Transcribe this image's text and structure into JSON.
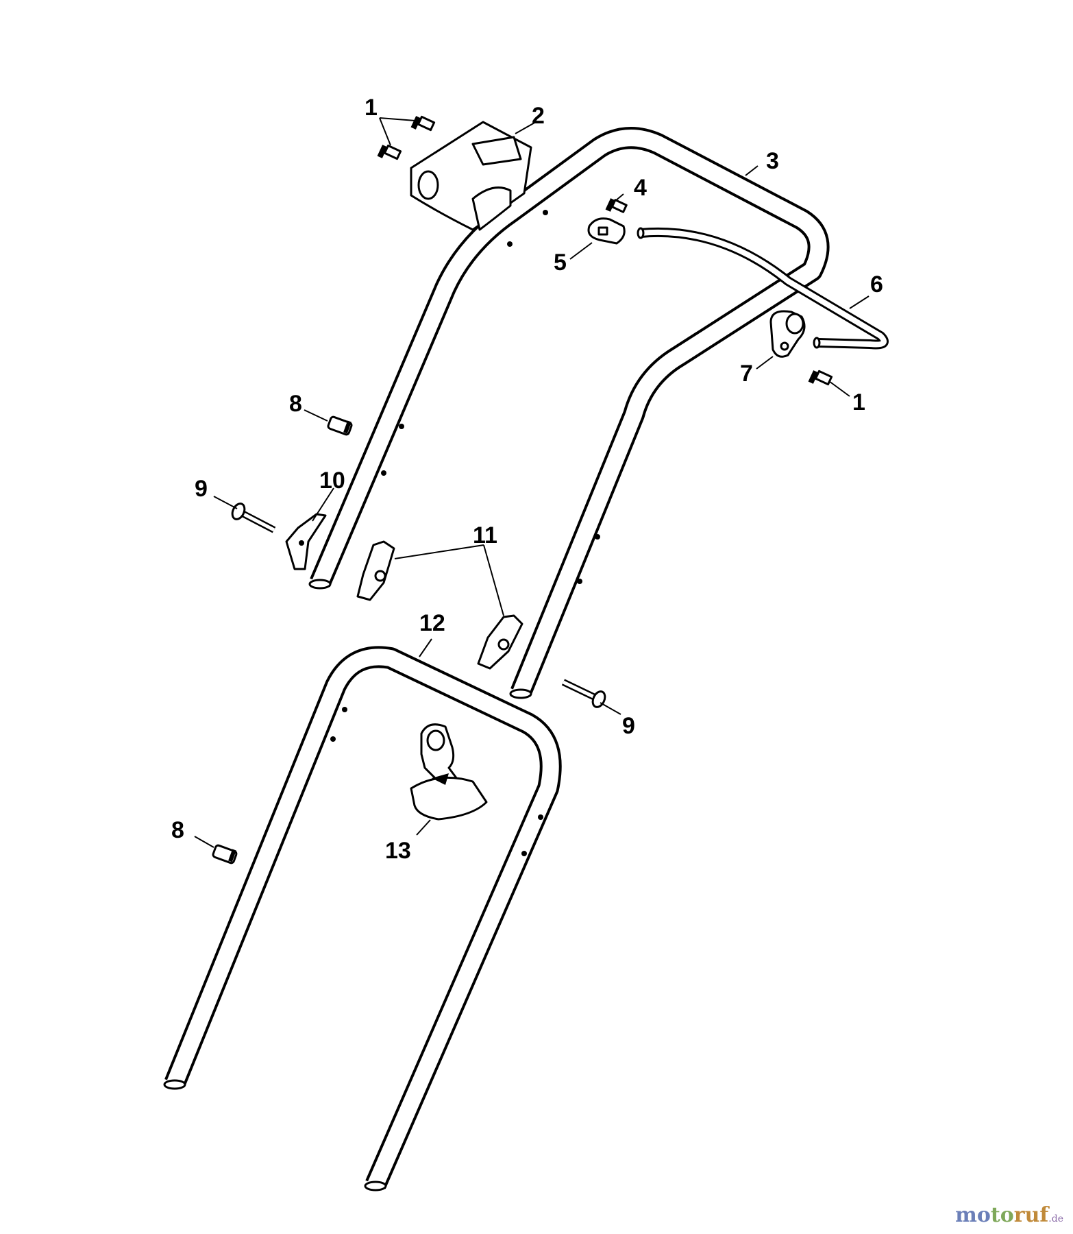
{
  "callouts": {
    "c1a": "1",
    "c1b": "1",
    "c2": "2",
    "c3": "3",
    "c4": "4",
    "c5": "5",
    "c6": "6",
    "c7": "7",
    "c8a": "8",
    "c8b": "8",
    "c9a": "9",
    "c9b": "9",
    "c10": "10",
    "c11": "11",
    "c12": "12",
    "c13": "13"
  },
  "watermark": {
    "brand_part1": "mo",
    "brand_part2": "to",
    "brand_part3": "ruf",
    "suffix": ".de"
  }
}
